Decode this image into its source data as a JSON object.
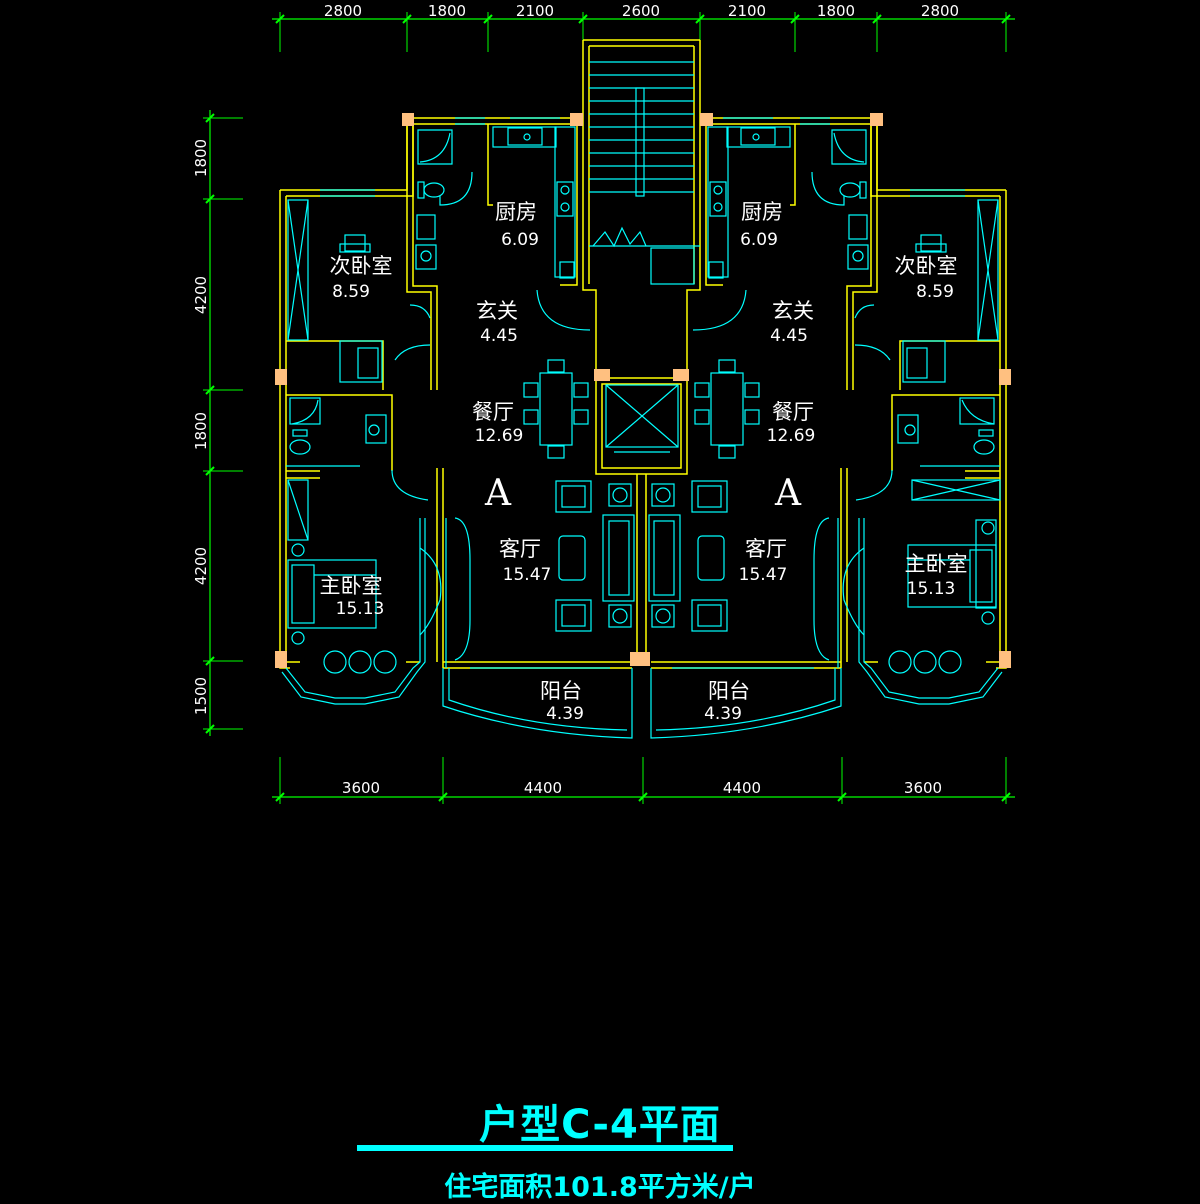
{
  "title": "户型C-4平面",
  "subtitle": "住宅面积101.8平方米/户",
  "colors": {
    "wall": "#ffff00",
    "dimension": "#00ff00",
    "furniture": "#00ffff",
    "column": "#ffc080",
    "text": "#ffffff",
    "background": "#000000"
  },
  "dimensions": {
    "top": [
      "2800",
      "1800",
      "2100",
      "2600",
      "2100",
      "1800",
      "2800"
    ],
    "bottom": [
      "3600",
      "4400",
      "4400",
      "3600"
    ],
    "left": [
      "1800",
      "4200",
      "1800",
      "4200",
      "1500"
    ]
  },
  "units": {
    "left": {
      "kitchen": {
        "name": "厨房",
        "area": "6.09"
      },
      "entry": {
        "name": "玄关",
        "area": "4.45"
      },
      "dining": {
        "name": "餐厅",
        "area": "12.69"
      },
      "living": {
        "name": "客厅",
        "area": "15.47"
      },
      "second_bedroom": {
        "name": "次卧室",
        "area": "8.59"
      },
      "master_bedroom": {
        "name": "主卧室",
        "area": "15.13"
      },
      "balcony": {
        "name": "阳台",
        "area": "4.39"
      },
      "tag": "A"
    },
    "right": {
      "kitchen": {
        "name": "厨房",
        "area": "6.09"
      },
      "entry": {
        "name": "玄关",
        "area": "4.45"
      },
      "dining": {
        "name": "餐厅",
        "area": "12.69"
      },
      "living": {
        "name": "客厅",
        "area": "15.47"
      },
      "second_bedroom": {
        "name": "次卧室",
        "area": "8.59"
      },
      "master_bedroom": {
        "name": "主卧室",
        "area": "15.13"
      },
      "balcony": {
        "name": "阳台",
        "area": "4.39"
      },
      "tag": "A"
    }
  },
  "icons": [
    "stair-icon",
    "elevator-icon",
    "dining-table-icon",
    "sofa-icon",
    "bed-icon",
    "toilet-icon",
    "sink-icon",
    "stove-icon",
    "plant-icon"
  ]
}
